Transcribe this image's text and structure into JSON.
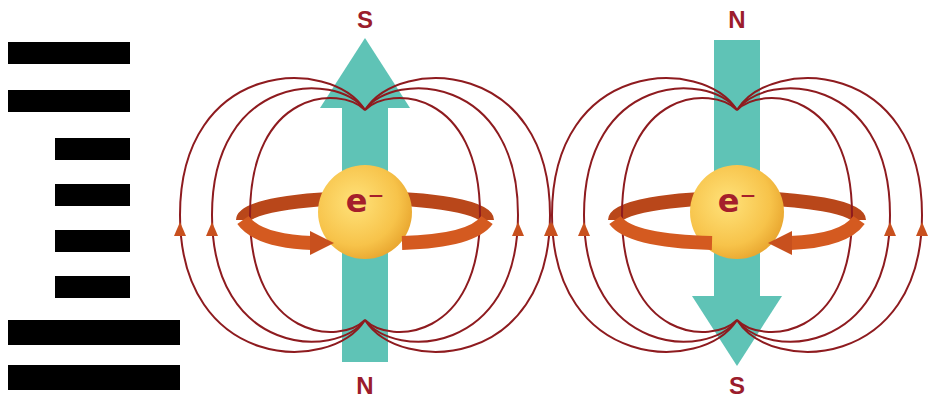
{
  "diagram": {
    "nodes": [
      {
        "text": [
          "e⁻"
        ]
      },
      {
        "text": [
          "e⁻"
        ]
      }
    ],
    "labels": [
      "S",
      "N",
      "N",
      "S"
    ]
  }
}
